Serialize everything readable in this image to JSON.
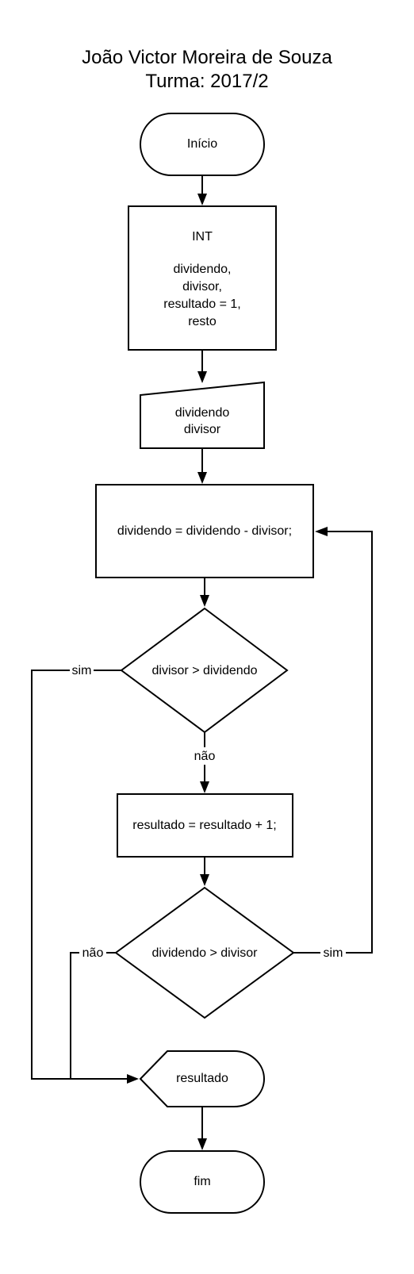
{
  "header": {
    "author": "João Victor Moreira de Souza",
    "class_label": "Turma: 2017/2"
  },
  "flow": {
    "start": "Início",
    "declaration": {
      "type": "INT",
      "vars": [
        "dividendo,",
        "divisor,",
        "resultado = 1,",
        "resto"
      ]
    },
    "input": [
      "dividendo",
      "divisor"
    ],
    "step_subtract": "dividendo = dividendo - divisor;",
    "decision_1": "divisor > dividendo",
    "decision_1_yes": "sim",
    "decision_1_no": "não",
    "step_increment": "resultado = resultado + 1;",
    "decision_2": "dividendo > divisor",
    "decision_2_yes": "sim",
    "decision_2_no": "não",
    "output": "resultado",
    "end": "fim"
  }
}
